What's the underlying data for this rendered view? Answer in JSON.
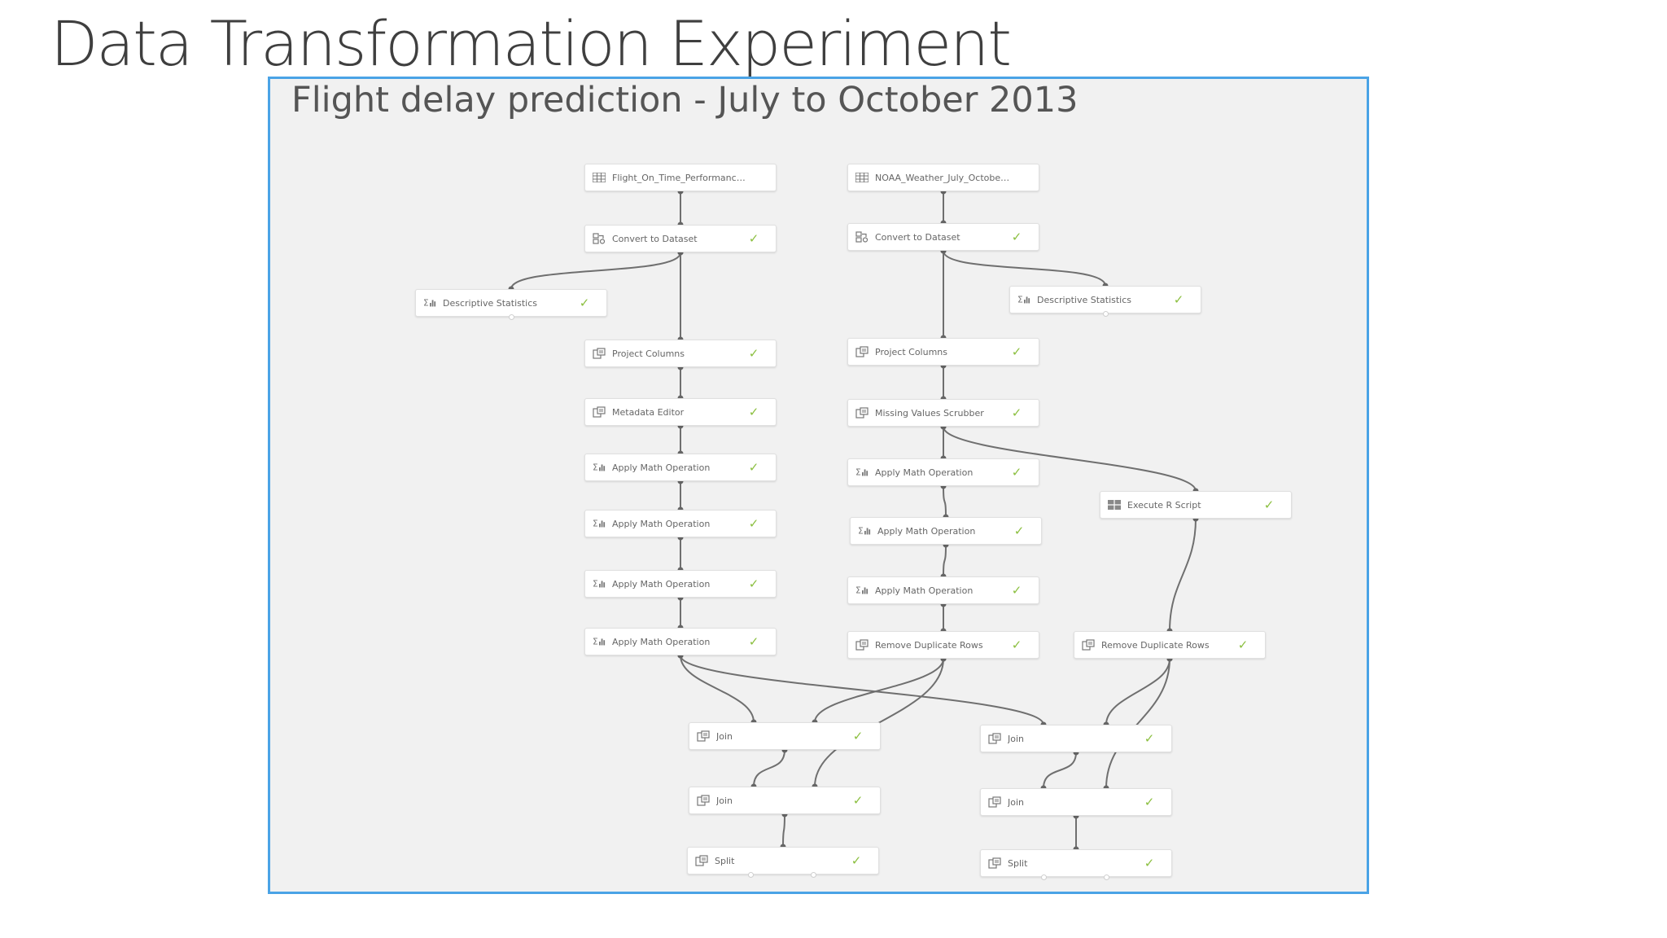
{
  "slide": {
    "title": "Data Transformation Experiment"
  },
  "experiment": {
    "title": "Flight delay prediction - July to October 2013"
  },
  "colors": {
    "frame_border": "#4aa3e6",
    "check": "#8bbf3f",
    "edge": "#6f6f6f",
    "canvas_bg": "#f1f1f1"
  },
  "nodes": [
    {
      "id": "flight-data",
      "label": "Flight_On_Time_Performance...",
      "icon": "dataset-icon",
      "check": ""
    },
    {
      "id": "weather-data",
      "label": "NOAA_Weather_July_October_...",
      "icon": "dataset-icon",
      "check": ""
    },
    {
      "id": "convert-left",
      "label": "Convert to Dataset",
      "icon": "convert-icon",
      "check": "✓"
    },
    {
      "id": "convert-right",
      "label": "Convert to Dataset",
      "icon": "convert-icon",
      "check": "✓"
    },
    {
      "id": "stats-left",
      "label": "Descriptive Statistics",
      "icon": "statistics-icon",
      "check": "✓"
    },
    {
      "id": "stats-right",
      "label": "Descriptive Statistics",
      "icon": "statistics-icon",
      "check": "✓"
    },
    {
      "id": "project-left",
      "label": "Project Columns",
      "icon": "module-icon",
      "check": "✓"
    },
    {
      "id": "project-right",
      "label": "Project Columns",
      "icon": "module-icon",
      "check": "✓"
    },
    {
      "id": "metadata-left",
      "label": "Metadata Editor",
      "icon": "module-icon",
      "check": "✓"
    },
    {
      "id": "scrubber-right",
      "label": "Missing Values Scrubber",
      "icon": "module-icon",
      "check": "✓"
    },
    {
      "id": "math-l1",
      "label": "Apply Math Operation",
      "icon": "statistics-icon",
      "check": "✓"
    },
    {
      "id": "math-l2",
      "label": "Apply Math Operation",
      "icon": "statistics-icon",
      "check": "✓"
    },
    {
      "id": "math-l3",
      "label": "Apply Math Operation",
      "icon": "statistics-icon",
      "check": "✓"
    },
    {
      "id": "math-l4",
      "label": "Apply Math Operation",
      "icon": "statistics-icon",
      "check": "✓"
    },
    {
      "id": "math-r1",
      "label": "Apply Math Operation",
      "icon": "statistics-icon",
      "check": "✓"
    },
    {
      "id": "math-r2",
      "label": "Apply Math Operation",
      "icon": "statistics-icon",
      "check": "✓"
    },
    {
      "id": "math-r3",
      "label": "Apply Math Operation",
      "icon": "statistics-icon",
      "check": "✓"
    },
    {
      "id": "rscript",
      "label": "Execute R Script",
      "icon": "rscript-icon",
      "check": "✓"
    },
    {
      "id": "dedup-mid",
      "label": "Remove Duplicate Rows",
      "icon": "module-icon",
      "check": "✓"
    },
    {
      "id": "dedup-right",
      "label": "Remove Duplicate Rows",
      "icon": "module-icon",
      "check": "✓"
    },
    {
      "id": "join-a1",
      "label": "Join",
      "icon": "module-icon",
      "check": "✓"
    },
    {
      "id": "join-b1",
      "label": "Join",
      "icon": "module-icon",
      "check": "✓"
    },
    {
      "id": "join-a2",
      "label": "Join",
      "icon": "module-icon",
      "check": "✓"
    },
    {
      "id": "join-b2",
      "label": "Join",
      "icon": "module-icon",
      "check": "✓"
    },
    {
      "id": "split-a",
      "label": "Split",
      "icon": "module-icon",
      "check": "✓"
    },
    {
      "id": "split-b",
      "label": "Split",
      "icon": "module-icon",
      "check": "✓"
    }
  ],
  "edges": [
    [
      "flight-data",
      "convert-left"
    ],
    [
      "convert-left",
      "stats-left"
    ],
    [
      "convert-left",
      "project-left"
    ],
    [
      "project-left",
      "metadata-left"
    ],
    [
      "metadata-left",
      "math-l1"
    ],
    [
      "math-l1",
      "math-l2"
    ],
    [
      "math-l2",
      "math-l3"
    ],
    [
      "math-l3",
      "math-l4"
    ],
    [
      "math-l4",
      "join-a1"
    ],
    [
      "math-l4",
      "join-b1"
    ],
    [
      "weather-data",
      "convert-right"
    ],
    [
      "convert-right",
      "stats-right"
    ],
    [
      "convert-right",
      "project-right"
    ],
    [
      "project-right",
      "scrubber-right"
    ],
    [
      "scrubber-right",
      "math-r1"
    ],
    [
      "scrubber-right",
      "rscript"
    ],
    [
      "math-r1",
      "math-r2"
    ],
    [
      "math-r2",
      "math-r3"
    ],
    [
      "math-r3",
      "dedup-mid"
    ],
    [
      "rscript",
      "dedup-right"
    ],
    [
      "dedup-mid",
      "join-a1"
    ],
    [
      "dedup-right",
      "join-b1"
    ],
    [
      "join-a1",
      "join-a2"
    ],
    [
      "dedup-mid",
      "join-a2"
    ],
    [
      "join-b1",
      "join-b2"
    ],
    [
      "dedup-right",
      "join-b2"
    ],
    [
      "join-a2",
      "split-a"
    ],
    [
      "join-b2",
      "split-b"
    ]
  ]
}
